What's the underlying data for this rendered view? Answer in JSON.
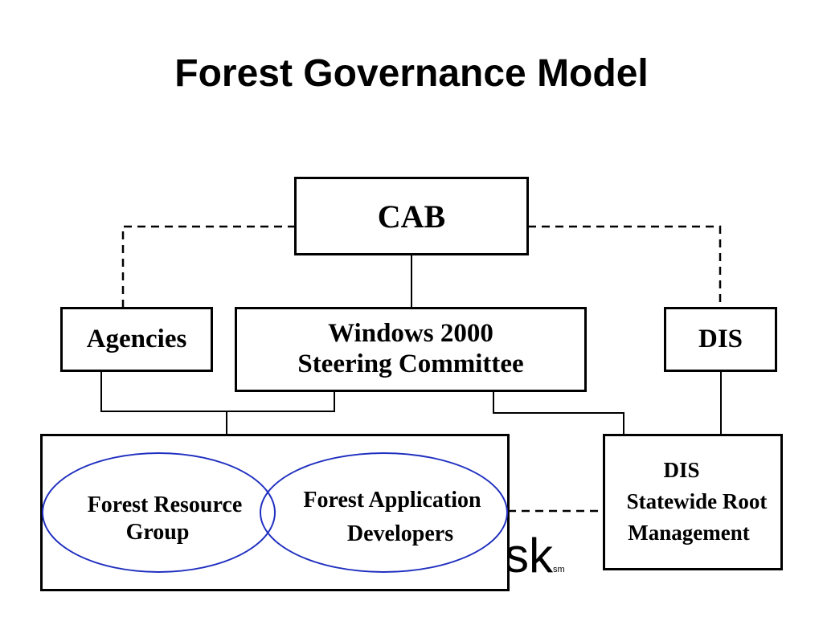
{
  "title": "Forest Governance Model",
  "nodes": {
    "cab": "CAB",
    "agencies": "Agencies",
    "steering_line1": "Windows 2000",
    "steering_line2": "Steering Committee",
    "dis": "DIS",
    "forest_resource_line1": "Forest Resource",
    "forest_resource_line2": "Group",
    "forest_app_line1": "Forest Application",
    "forest_app_line2": "Developers",
    "dis_root_line1": "DIS",
    "dis_root_line2": "Statewide Root",
    "dis_root_line3": "Management"
  },
  "watermark": {
    "text": "sk",
    "superscript": "sm"
  }
}
